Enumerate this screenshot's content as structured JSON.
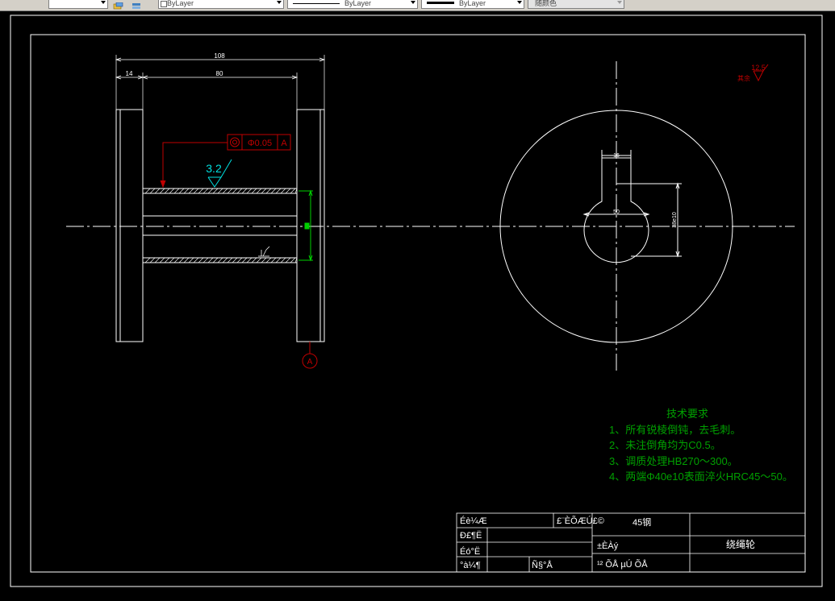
{
  "toolbar": {
    "layer_color_value": "ByLayer",
    "linetype_value": "ByLayer",
    "lineweight_value": "ByLayer",
    "plotstyle_value": "随颜色"
  },
  "drawing": {
    "dimensions": {
      "overall_length": "108",
      "flange_width": "14",
      "hub_length": "80",
      "keyway_width": "16",
      "bore_diameter": "50",
      "keyway_depth": "38e10"
    },
    "tolerance_frame": {
      "symbol": "◎",
      "value": "Φ0.05",
      "datum": "A"
    },
    "datum_label": "A",
    "surface_roughness_main": "3.2",
    "surface_roughness_general": "12.5",
    "surface_roughness_note": "其余",
    "tech_requirements": {
      "title": "技术要求",
      "items": [
        "1、所有锐棱倒钝，去毛刺。",
        "2、未注倒角均为C0.5。",
        "3、调质处理HB270～300。",
        "4、两端Φ40e10表面淬火HRC45～50。"
      ]
    },
    "title_block": {
      "designer_label": "Éè¼Æ",
      "checker_label": "Ð£¶Ë",
      "reviewer_label": "Éó°Ë",
      "approver_label": "°à¼¶",
      "student_id_label": "Ñ§°Å",
      "material_label": "£¨ÈÕÆÚ£©",
      "material_value": "45钢",
      "scale_label": "±ÈÀý",
      "sheet_info": "¹²   ÕÅ µÚ   ÕÅ",
      "part_name": "绕绳轮"
    }
  }
}
